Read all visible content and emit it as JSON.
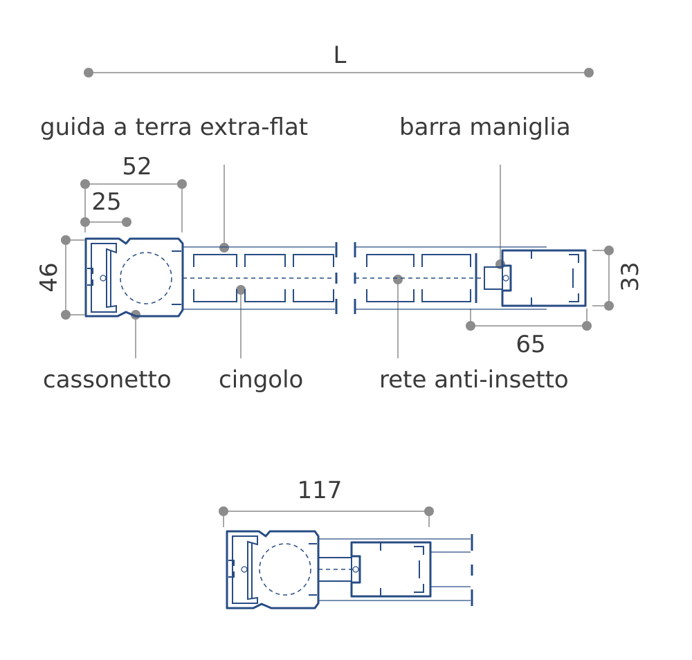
{
  "labels": {
    "length": "L",
    "ground_rail": "guida a terra extra-flat",
    "handle_bar": "barra maniglia",
    "box": "cassonetto",
    "belt": "cingolo",
    "insect_net": "rete anti-insetto"
  },
  "dimensions": {
    "d52": "52",
    "d25": "25",
    "d46": "46",
    "d33": "33",
    "d65": "65",
    "d117": "117"
  },
  "colors": {
    "profile": "#274c84",
    "dimension_line": "#a8a8a8",
    "dimension_dot": "#8c8c8c",
    "text": "#3a3a3a"
  }
}
